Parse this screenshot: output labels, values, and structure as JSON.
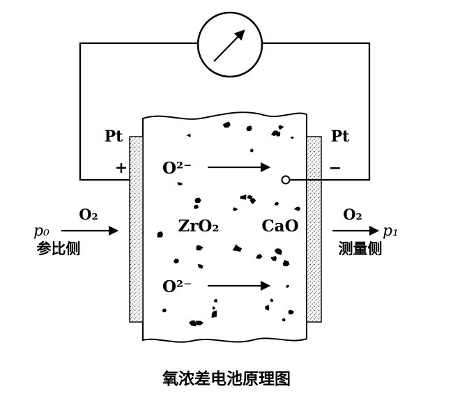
{
  "diagram": {
    "caption": "氧浓差电池原理图",
    "ink_color": "#000000",
    "electrodes": {
      "left_material": "Pt",
      "right_material": "Pt",
      "left_polarity": "+",
      "right_polarity": "−"
    },
    "electrolyte": {
      "component_1": "ZrO₂",
      "component_2": "CaO",
      "ion_label_top": "O²⁻",
      "ion_label_bottom": "O²⁻"
    },
    "left_side": {
      "pressure": "p₀",
      "gas": "O₂",
      "label": "参比侧"
    },
    "right_side": {
      "pressure": "p₁",
      "gas": "O₂",
      "label": "测量侧"
    }
  }
}
